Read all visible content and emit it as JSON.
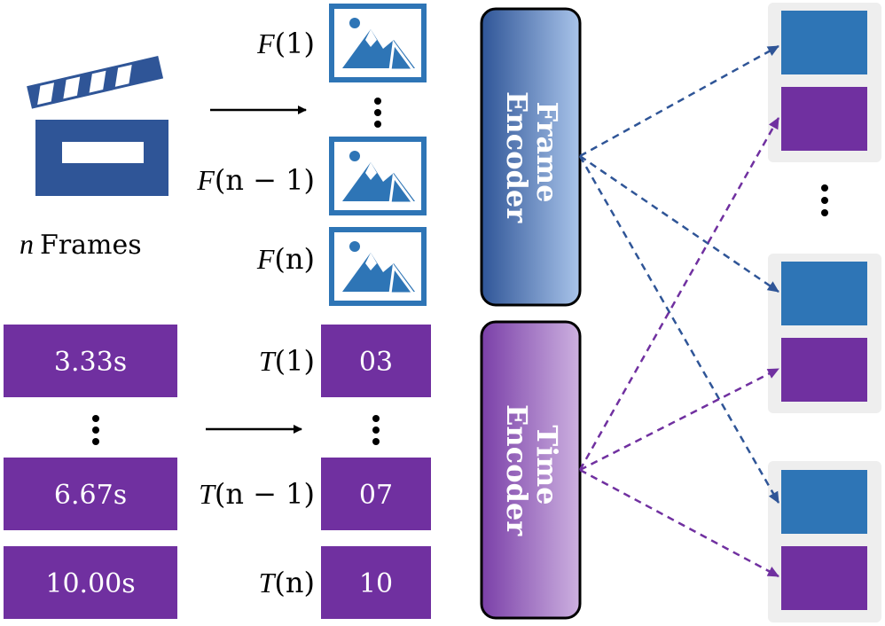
{
  "clapper": {
    "label_var": "n",
    "label_text": "Frames"
  },
  "frames": [
    {
      "symbol": "F",
      "arg": "(1)"
    },
    {
      "symbol": "F",
      "arg": "(n − 1)"
    },
    {
      "symbol": "F",
      "arg": "(n)"
    }
  ],
  "times": [
    {
      "seconds": "3.33s",
      "symbol": "T",
      "arg": "(1)",
      "token": "03"
    },
    {
      "seconds": "6.67s",
      "symbol": "T",
      "arg": "(n − 1)",
      "token": "07"
    },
    {
      "seconds": "10.00s",
      "symbol": "T",
      "arg": "(n)",
      "token": "10"
    }
  ],
  "encoders": {
    "frame": {
      "line1": "Frame",
      "line2": "Encoder"
    },
    "time": {
      "line1": "Time",
      "line2": "Encoder"
    }
  },
  "colors": {
    "blue": "#2e75b6",
    "blue_dark": "#2f5597",
    "purple": "#7030a0",
    "group_bg": "#eeeeee",
    "clapper": "#2f5597"
  },
  "icons": {
    "frame_image": "mountain-image-icon",
    "clapperboard": "clapperboard-icon"
  }
}
